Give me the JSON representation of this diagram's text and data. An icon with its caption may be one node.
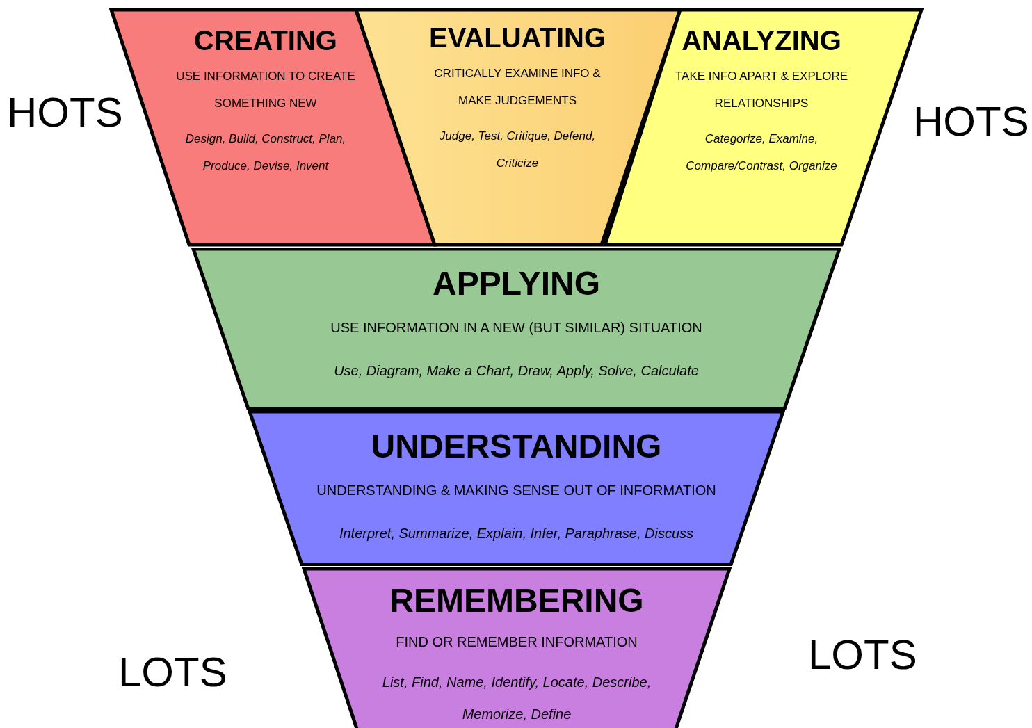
{
  "diagram": {
    "nodes": [
      {
        "text": [
          "CREATING",
          "USE INFORMATION TO CREATE SOMETHING NEW",
          "Design, Build, Construct, Plan, Produce, Devise, Invent"
        ]
      },
      {
        "text": [
          "EVALUATING",
          "CRITICALLY EXAMINE INFO & MAKE JUDGEMENTS",
          "Judge, Test, Critique, Defend, Criticize"
        ]
      },
      {
        "text": [
          "ANALYZING",
          "TAKE INFO APART & EXPLORE RELATIONSHIPS",
          "Categorize, Examine, Compare/Contrast, Organize"
        ]
      },
      {
        "text": [
          "APPLYING",
          "USE INFORMATION IN A NEW (BUT SIMILAR) SITUATION",
          "Use, Diagram, Make a Chart, Draw, Apply, Solve, Calculate"
        ]
      },
      {
        "text": [
          "UNDERSTANDING",
          "UNDERSTANDING & MAKING SENSE OUT OF INFORMATION",
          "Interpret, Summarize, Explain, Infer, Paraphrase, Discuss"
        ]
      },
      {
        "text": [
          "REMEMBERING",
          "FIND OR REMEMBER INFORMATION",
          "List, Find, Name, Identify, Locate, Describe, Memorize, Define"
        ]
      }
    ],
    "labels": [
      "HOTS",
      "HOTS",
      "LOTS",
      "LOTS"
    ]
  }
}
